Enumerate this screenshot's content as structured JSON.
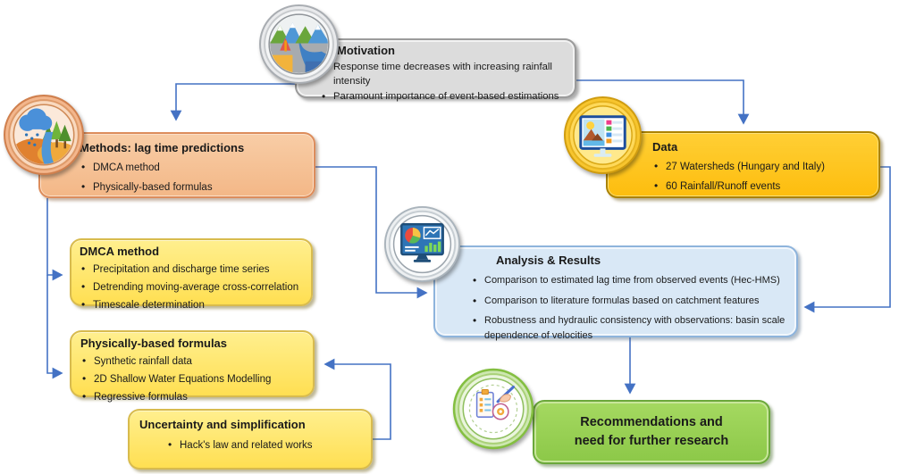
{
  "diagram": {
    "background": "#ffffff",
    "connector_color": "#4472C4",
    "nodes": {
      "motivation": {
        "title": "Motivation",
        "bullets": [
          "Response time decreases with increasing rainfall intensity",
          "Paramount importance  of event-based estimations"
        ],
        "fill": "#dcdcdc",
        "border": "#9b9b9b",
        "icon": "watershed-landscape-icon"
      },
      "methods": {
        "title": "Methods: lag time predictions",
        "bullets": [
          "DMCA method",
          "Physically-based formulas"
        ],
        "fill": "#f5c094",
        "border": "#dd8d5c",
        "icon": "rainfall-forest-icon"
      },
      "data": {
        "title": "Data",
        "bullets": [
          "27 Watersheds (Hungary and Italy)",
          "60 Rainfall/Runoff events"
        ],
        "fill": "#fec51f",
        "border": "#ab8200",
        "icon": "monitor-picture-icon"
      },
      "dmca": {
        "title": "DMCA method",
        "bullets": [
          "Precipitation and discharge time series",
          "Detrending moving-average cross-correlation",
          "Timescale determination"
        ],
        "fill": "#ffe566",
        "border": "#d8bb4e"
      },
      "physical": {
        "title": "Physically-based formulas",
        "bullets": [
          "Synthetic rainfall data",
          "2D Shallow Water Equations Modelling",
          "Regressive formulas"
        ],
        "fill": "#ffe566",
        "border": "#d8bb4e"
      },
      "analysis": {
        "title": "Analysis & Results",
        "bullets": [
          "Comparison to estimated lag time from observed events (Hec-HMS)",
          "Comparison to literature formulas based on catchment features",
          "Robustness and hydraulic consistency with observations: basin scale dependence of velocities"
        ],
        "fill": "#d9e8f6",
        "border": "#8eb4dc",
        "icon": "monitor-analytics-icon"
      },
      "uncertainty": {
        "title": "Uncertainty and simplification",
        "bullets": [
          "Hack's law and related works"
        ],
        "fill": "#ffe566",
        "border": "#d8bb4e"
      },
      "recommendations": {
        "title_line1": "Recommendations and",
        "title_line2": "need for further research",
        "fill": "#92d050",
        "border": "#6ba83b",
        "icon": "clipboard-writing-icon"
      }
    },
    "connections": [
      {
        "from": "motivation",
        "to": "methods"
      },
      {
        "from": "motivation",
        "to": "data"
      },
      {
        "from": "methods",
        "to": "dmca"
      },
      {
        "from": "methods",
        "to": "physical"
      },
      {
        "from": "methods",
        "to": "analysis"
      },
      {
        "from": "data",
        "to": "analysis"
      },
      {
        "from": "analysis",
        "to": "recommendations"
      },
      {
        "from": "uncertainty",
        "to": "physical"
      }
    ]
  }
}
